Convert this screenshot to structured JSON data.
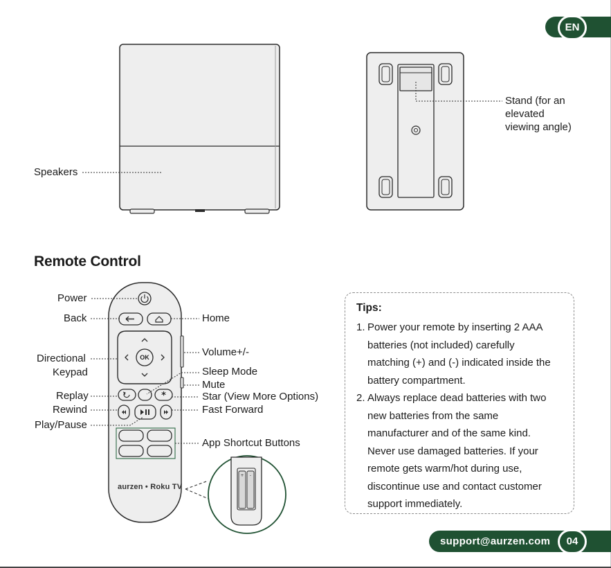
{
  "lang_badge": "EN",
  "labels": {
    "speakers": "Speakers",
    "stand_line1": "Stand (for an",
    "stand_line2": "elevated",
    "stand_line3": "viewing angle)"
  },
  "section_title": "Remote Control",
  "remote_labels": {
    "power": "Power",
    "back": "Back",
    "directional_line1": "Directional",
    "directional_line2": "Keypad",
    "replay": "Replay",
    "rewind": "Rewind",
    "play_pause": "Play/Pause",
    "home": "Home",
    "volume": "Volume+/-",
    "sleep_mode": "Sleep Mode",
    "mute": "Mute",
    "star": "Star (View More Options)",
    "fast_forward": "Fast Forward",
    "app_shortcut": "App Shortcut Buttons"
  },
  "remote_brand": "aurzen • Roku TV",
  "ok_key": "OK",
  "tips": {
    "title": "Tips:",
    "items": [
      {
        "num": "1.",
        "lines": [
          "Power your remote by inserting 2 AAA",
          "batteries (not included) carefully",
          "matching (+) and (-) indicated inside the",
          "battery compartment."
        ]
      },
      {
        "num": "2.",
        "lines": [
          "Always replace dead batteries with two",
          "new batteries from the same",
          "manufacturer and of the same kind.",
          "Never use damaged batteries. If your",
          "remote gets warm/hot during use,",
          "discontinue use and contact customer",
          "support immediately."
        ]
      }
    ]
  },
  "footer": {
    "email": "support@aurzen.com",
    "page": "04"
  },
  "colors": {
    "brand_green": "#1f5132",
    "device_fill": "#eeeeee",
    "outline": "#2a2a2a"
  }
}
